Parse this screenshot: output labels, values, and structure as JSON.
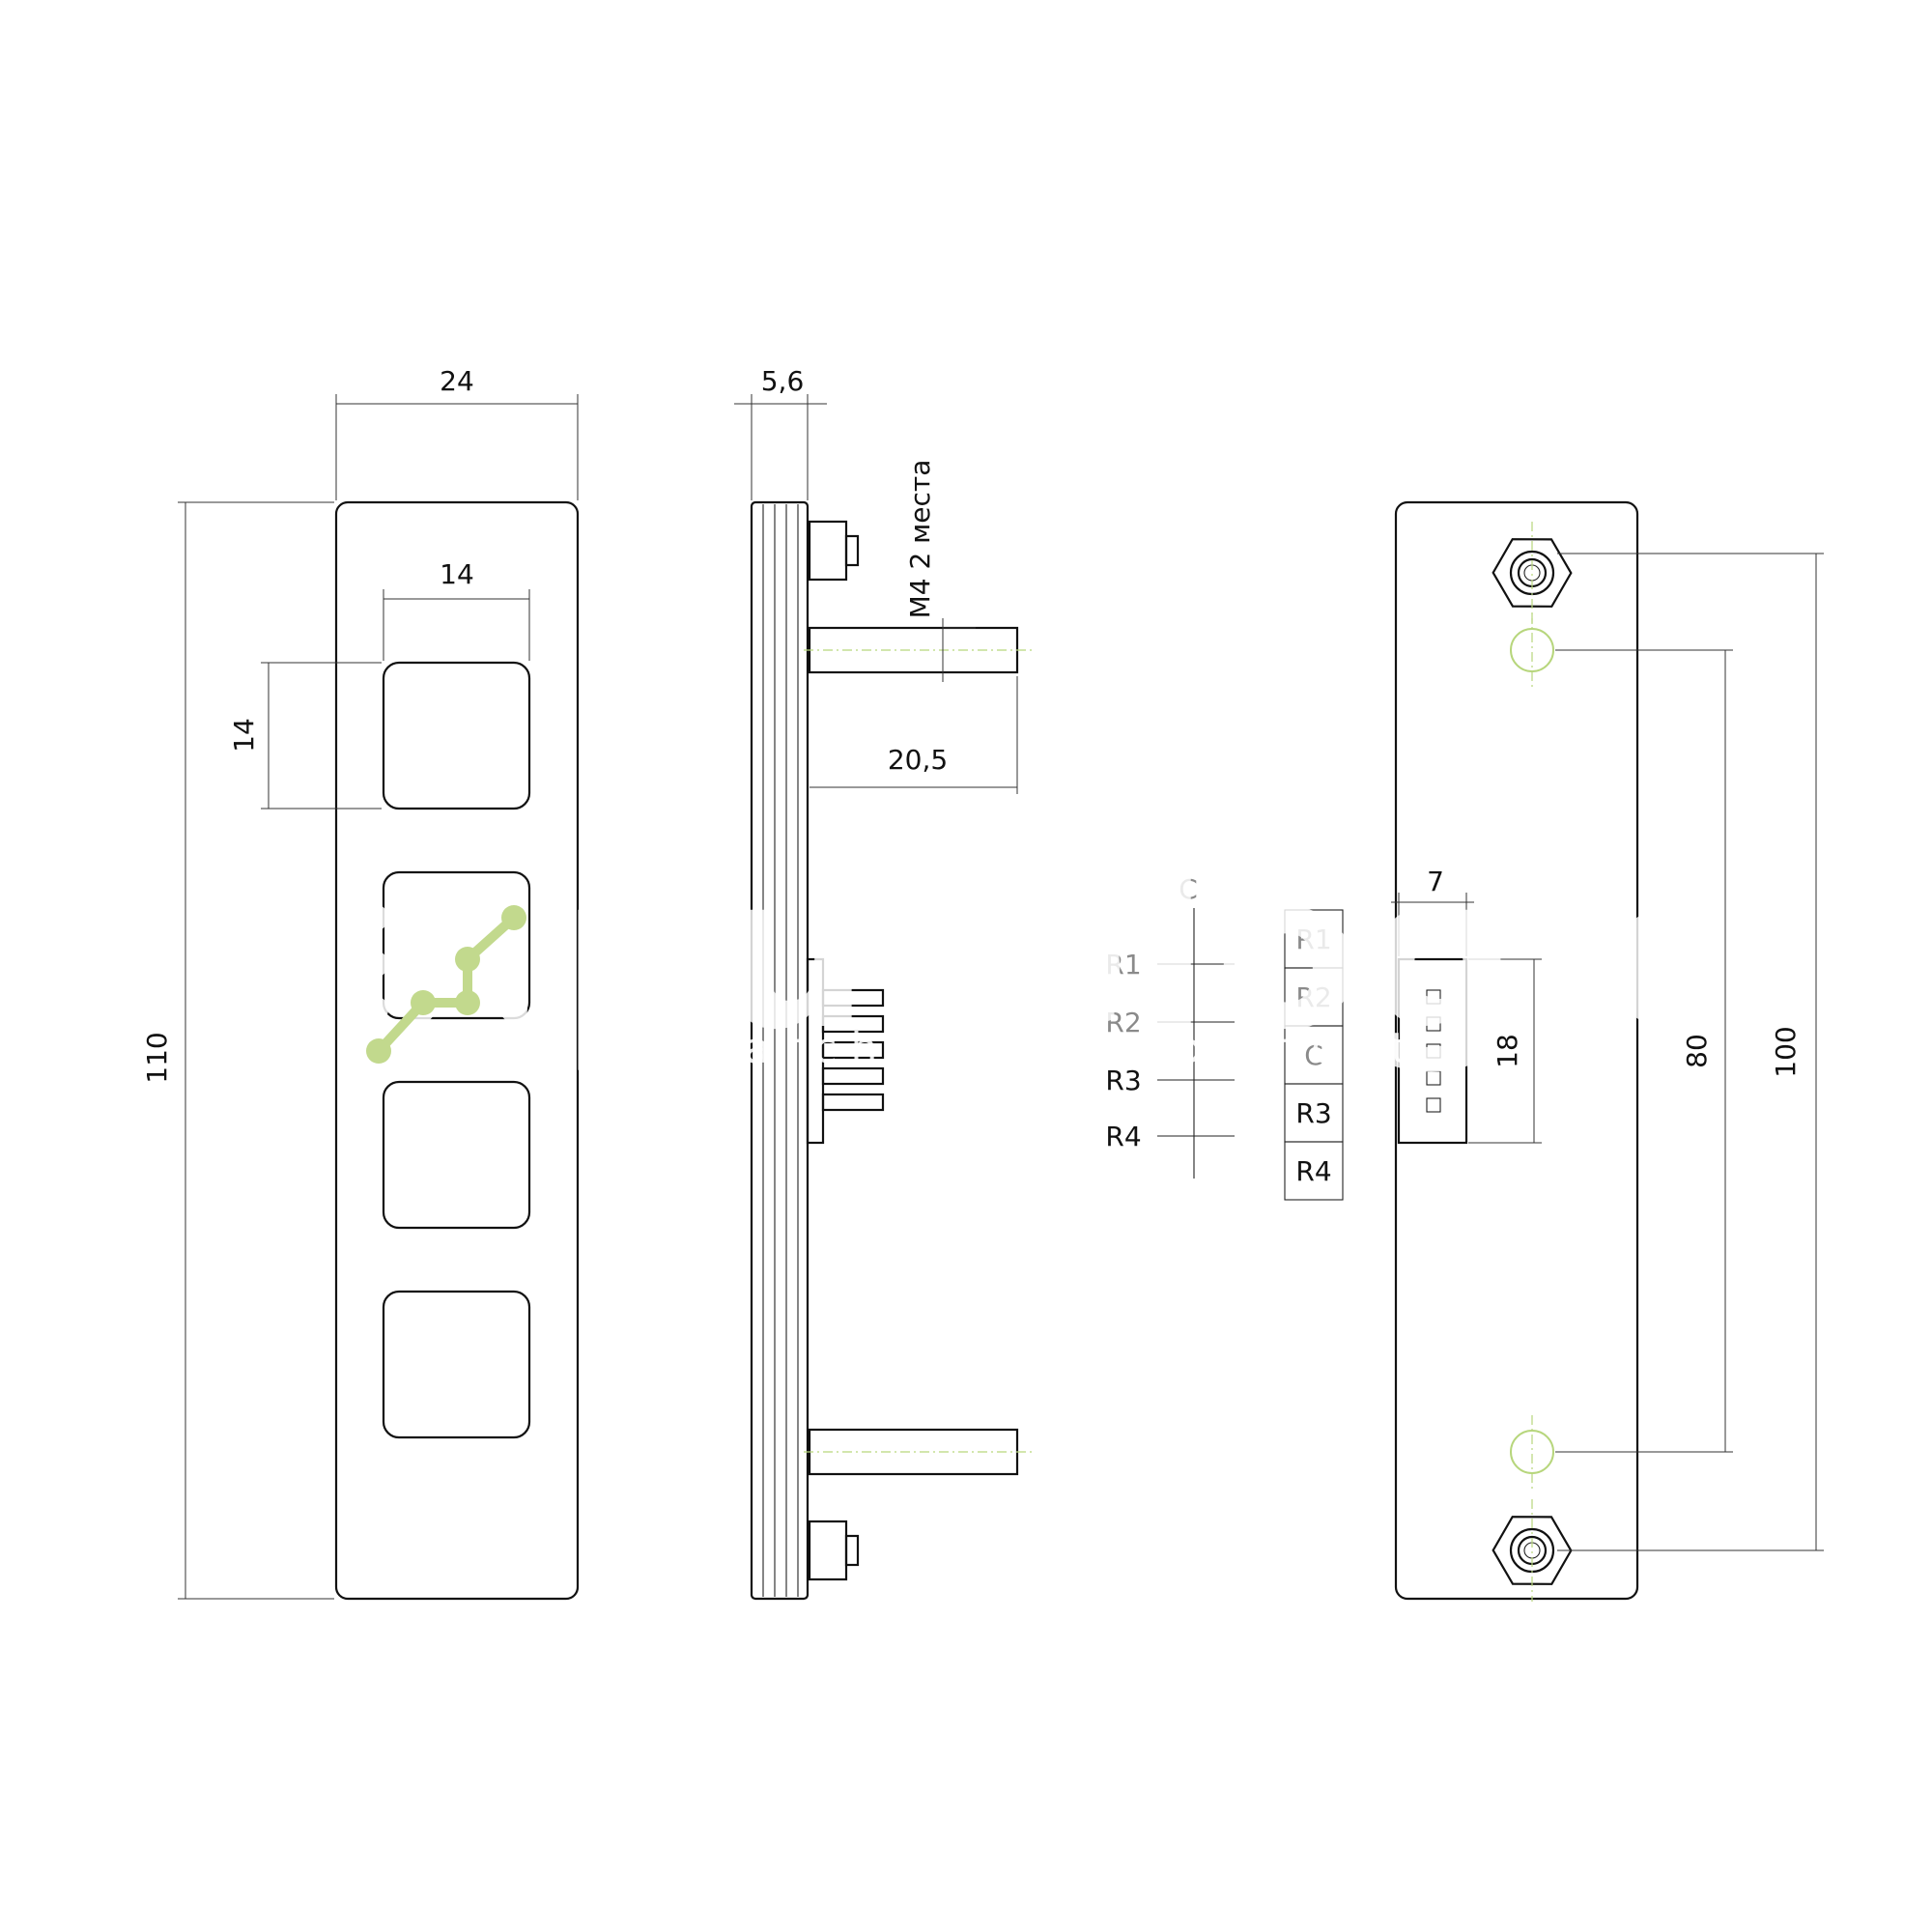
{
  "dimensions": {
    "front_width": "24",
    "button_width": "14",
    "button_height": "14",
    "front_height": "110",
    "side_thickness": "5,6",
    "stud_label": "M4 2 места",
    "stud_length": "20,5",
    "connector_width": "7",
    "connector_height": "18",
    "hole_spacing_inner": "80",
    "hole_spacing_outer": "100"
  },
  "pinout": {
    "column_label": "C",
    "row_labels": [
      "R1",
      "R2",
      "R3",
      "R4"
    ],
    "connector_pins": [
      "R1",
      "R2",
      "C",
      "R3",
      "R4"
    ]
  },
  "watermark": {
    "brand": "purelogic",
    "tagline": "research & development"
  },
  "colors": {
    "accent_green": "#b7d67c",
    "line": "#111111"
  }
}
